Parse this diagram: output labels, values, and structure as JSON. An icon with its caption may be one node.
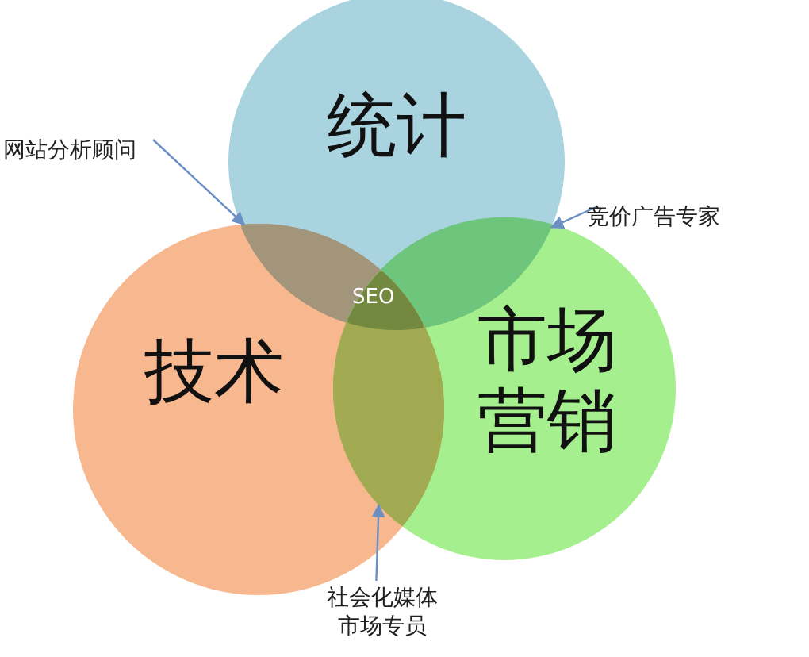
{
  "diagram": {
    "nodes": [
      {
        "text": [
          "统计"
        ]
      },
      {
        "text": [
          "技术"
        ]
      },
      {
        "text": [
          "市场营销"
        ]
      },
      {
        "text": [
          "网站分析顾问"
        ]
      },
      {
        "text": [
          "竞价广告专家"
        ]
      },
      {
        "text": [
          "社会化媒体市场专员"
        ]
      },
      {
        "text": [],
        "shape": "lens"
      },
      {
        "text": [],
        "shape": "lens"
      },
      {
        "text": [],
        "shape": "lens"
      }
    ],
    "edges": [
      {
        "from": 3,
        "to": 6,
        "arrow": "to"
      },
      {
        "from": 4,
        "to": 7,
        "arrow": "to"
      },
      {
        "from": 5,
        "to": 8,
        "arrow": "to"
      }
    ],
    "labels": [
      "SEO"
    ]
  }
}
